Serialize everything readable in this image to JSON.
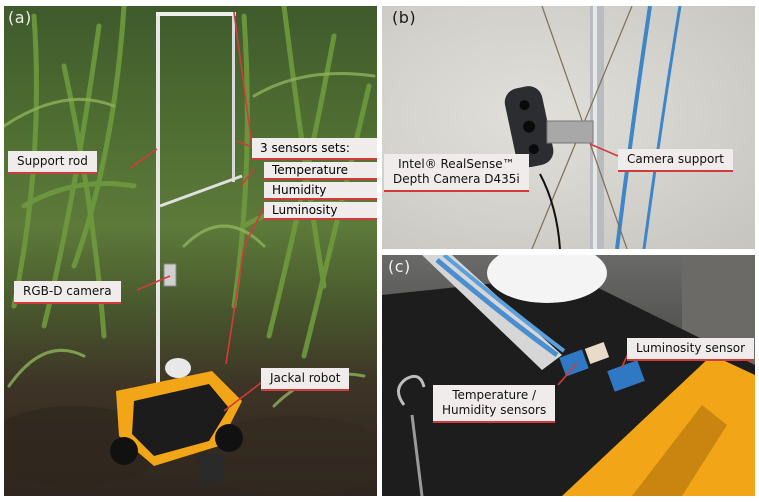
{
  "panels": {
    "a": {
      "label": "(a)",
      "callouts": {
        "support_rod": "Support rod",
        "rgbd_camera": "RGB-D camera",
        "jackal_robot": "Jackal robot"
      },
      "sensor_sets": {
        "title": "3 sensors sets:",
        "items": [
          "Temperature",
          "Humidity",
          "Luminosity"
        ]
      }
    },
    "b": {
      "label": "(b)",
      "callouts": {
        "camera_line1": "Intel® RealSense™",
        "camera_line2": "Depth Camera D435i",
        "camera_support": "Camera support"
      }
    },
    "c": {
      "label": "(c)",
      "callouts": {
        "luminosity_sensor": "Luminosity sensor",
        "temp_line1": "Temperature /",
        "temp_line2": "Humidity sensors"
      }
    }
  },
  "colors": {
    "callout_bg": "#f1ecec",
    "callout_accent": "#d23b3b",
    "robot_yellow": "#f2a516"
  }
}
